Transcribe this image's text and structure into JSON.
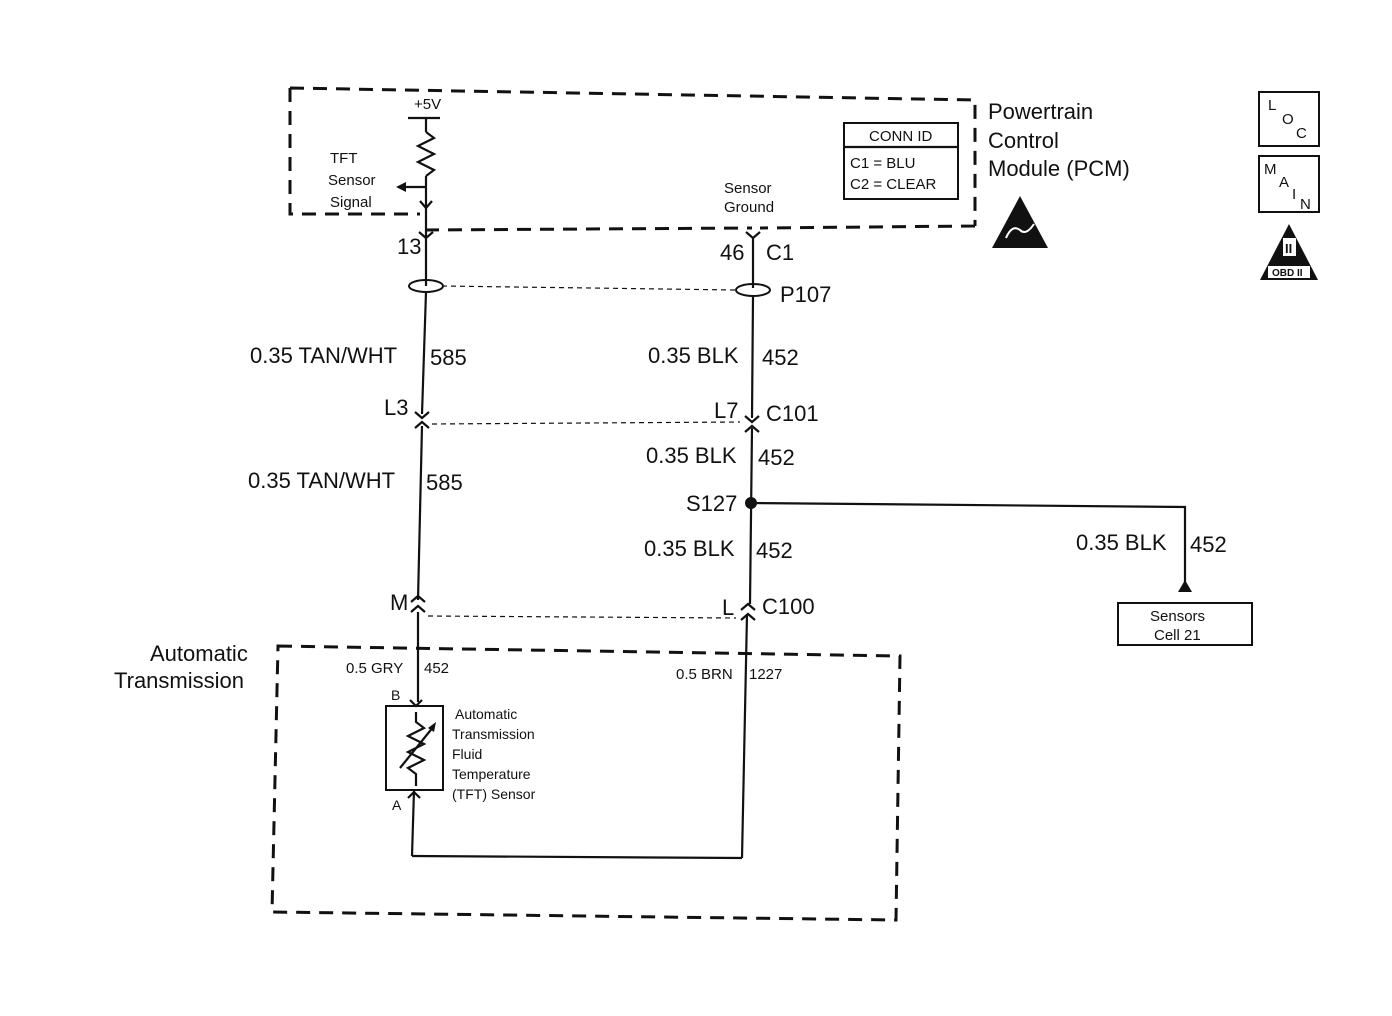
{
  "pcm": {
    "title_line1": "Powertrain",
    "title_line2": "Control",
    "title_line3": "Module (PCM)",
    "plus5v": "+5V",
    "tft_line1": "TFT",
    "tft_line2": "Sensor",
    "tft_line3": "Signal",
    "ground_line1": "Sensor",
    "ground_line2": "Ground",
    "conn_id_title": "CONN ID",
    "conn_id_c1": "C1 = BLU",
    "conn_id_c2": "C2 = CLEAR"
  },
  "icons": {
    "loc_l": "L",
    "loc_o": "O",
    "loc_c": "C",
    "main_m": "M",
    "main_a": "A",
    "main_i": "I",
    "main_n": "N",
    "obd_top": "II",
    "obd_label": "OBD II"
  },
  "connectors": {
    "pin13": "13",
    "pin46": "46",
    "c1": "C1",
    "p107": "P107",
    "l3": "L3",
    "l7": "L7",
    "c101": "C101",
    "s127": "S127",
    "m": "M",
    "l": "L",
    "c100": "C100"
  },
  "wires": {
    "left_upper_gauge": "0.35 TAN/WHT",
    "left_upper_circuit": "585",
    "right_upper_gauge": "0.35 BLK",
    "right_upper_circuit": "452",
    "left_mid_gauge": "0.35 TAN/WHT",
    "left_mid_circuit": "585",
    "right_mid_gauge": "0.35 BLK",
    "right_mid_circuit": "452",
    "right_low_gauge": "0.35 BLK",
    "right_low_circuit": "452",
    "branch_gauge": "0.35 BLK",
    "branch_circuit": "452",
    "trans_left_gauge": "0.5 GRY",
    "trans_left_circuit": "452",
    "trans_right_gauge": "0.5 BRN",
    "trans_right_circuit": "1227"
  },
  "sensors_ref": {
    "line1": "Sensors",
    "line2": "Cell 21"
  },
  "transmission": {
    "title_line1": "Automatic",
    "title_line2": "Transmission",
    "pin_b": "B",
    "pin_a": "A",
    "sensor_line1": "Automatic",
    "sensor_line2": "Transmission",
    "sensor_line3": "Fluid",
    "sensor_line4": "Temperature",
    "sensor_line5": "(TFT) Sensor"
  }
}
